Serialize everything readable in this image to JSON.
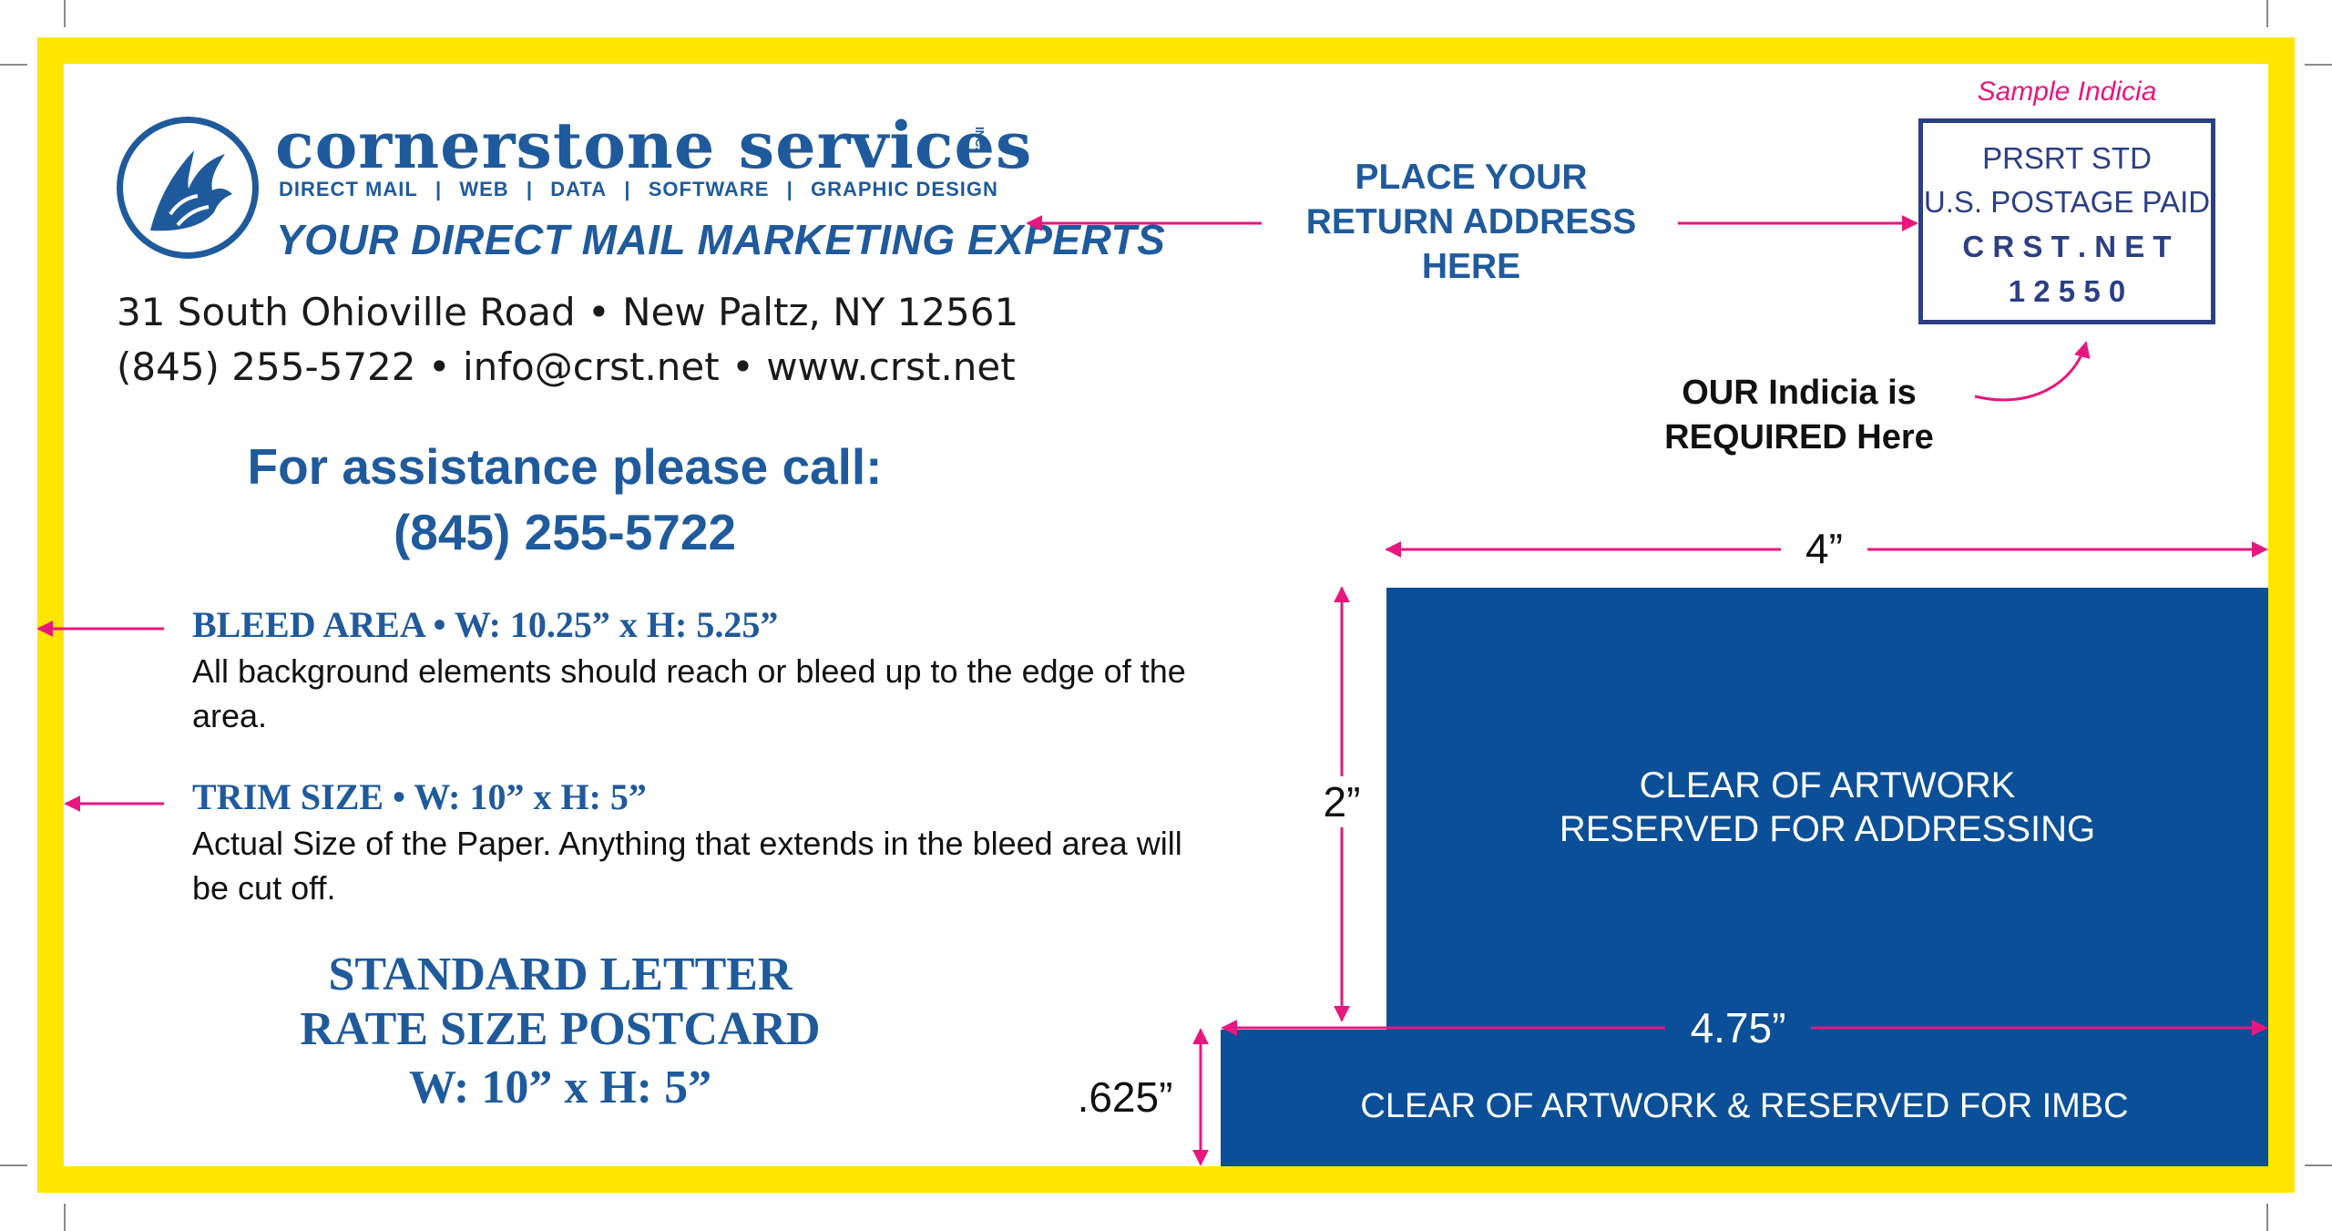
{
  "company": {
    "name": "cornerstone services",
    "inc": "INC.",
    "services": [
      "DIRECT MAIL",
      "|",
      "WEB",
      "|",
      "DATA",
      "|",
      "SOFTWARE",
      "|",
      "GRAPHIC DESIGN"
    ],
    "tagline": "YOUR DIRECT MAIL MARKETING EXPERTS",
    "address_line": "31 South Ohioville Road  •  New Paltz, NY 12561",
    "contact_line": "(845) 255-5722  •  info@crst.net  •  www.crst.net"
  },
  "assistance": {
    "line1": "For assistance please call:",
    "line2": "(845) 255-5722"
  },
  "specs": {
    "bleed_head": "BLEED AREA  •  W: 10.25” x H: 5.25”",
    "bleed_body": "All background elements should reach or bleed up to the edge of the area.",
    "trim_head": "TRIM SIZE  •  W: 10” x H: 5”",
    "trim_body": "Actual Size of the Paper. Anything that extends in the bleed area will be cut off."
  },
  "standard": {
    "line1": "STANDARD LETTER",
    "line2": "RATE SIZE POSTCARD",
    "line3": "W: 10” x H: 5”"
  },
  "return_address": {
    "line1": "PLACE YOUR",
    "line2": "RETURN ADDRESS",
    "line3": "HERE"
  },
  "indicia": {
    "caption": "Sample Indicia",
    "line1": "PRSRT STD",
    "line2": "U.S. POSTAGE PAID",
    "line3": "C R S T . N E T",
    "line4": "1 2 5 5 0",
    "note_line1": "OUR Indicia is",
    "note_line2": "REQUIRED Here"
  },
  "address_block": {
    "line1": "CLEAR OF ARTWORK",
    "line2": "RESERVED FOR ADDRESSING",
    "width_label": "4”",
    "height_label": "2”"
  },
  "imbc_block": {
    "label": "CLEAR OF ARTWORK & RESERVED FOR IMBC",
    "width_label": "4.75”",
    "height_label": ".625”"
  },
  "colors": {
    "bleed": "#ffe600",
    "navy": "#1f5a9c",
    "block": "#0b4f98",
    "arrow": "#e8177f"
  }
}
